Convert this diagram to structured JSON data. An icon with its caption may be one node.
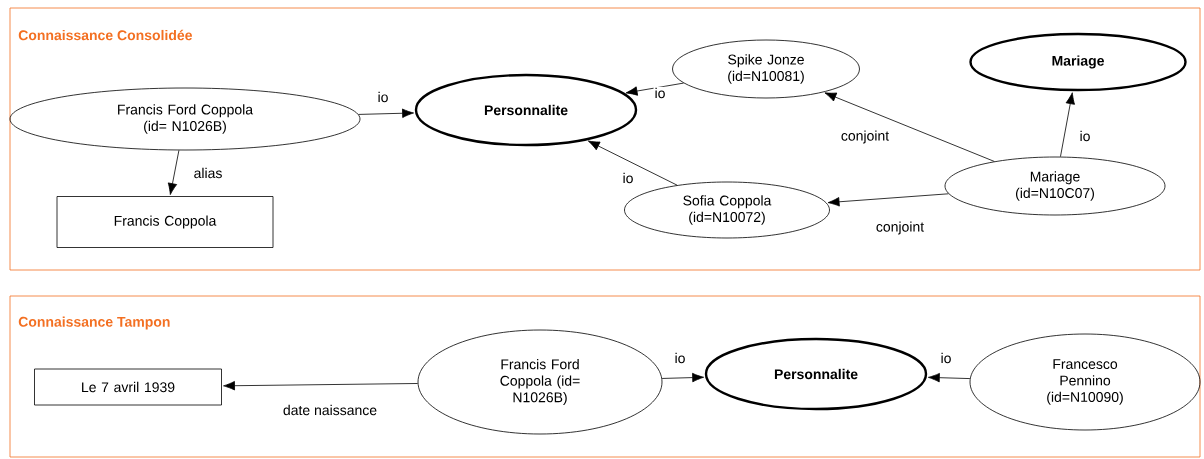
{
  "diagram": {
    "nodes": [
      {
        "text": [
          "Connaissance Consolidée"
        ]
      },
      {
        "text": [
          "Francis Ford Coppola (id= N1026B)"
        ],
        "in": 0
      },
      {
        "text": [
          "Personnalite"
        ],
        "in": 0
      },
      {
        "text": [
          "Spike Jonze (id=N10081)"
        ],
        "in": 0
      },
      {
        "text": [
          "Mariage"
        ],
        "in": 0
      },
      {
        "text": [
          "Francis Coppola"
        ],
        "in": 0
      },
      {
        "text": [
          "Sofia Coppola (id=N10072)"
        ],
        "in": 0
      },
      {
        "text": [
          "Mariage (id=N10C07)"
        ],
        "in": 0
      },
      {
        "text": [
          "Connaissance Tampon"
        ]
      },
      {
        "text": [
          "Le 7 avril 1939"
        ],
        "in": 8
      },
      {
        "text": [
          "Francis Ford Coppola (id= N1026B)"
        ],
        "in": 8
      },
      {
        "text": [
          "Personnalite"
        ],
        "in": 8
      },
      {
        "text": [
          "Francesco Pennino (id=N10090)"
        ],
        "in": 8
      }
    ],
    "edges": [
      {
        "from": 1,
        "to": 2,
        "arrow": "to",
        "label": "io"
      },
      {
        "from": 1,
        "to": 5,
        "arrow": "to",
        "label": "alias"
      },
      {
        "from": 3,
        "to": 2,
        "arrow": "to",
        "label": "io"
      },
      {
        "from": 6,
        "to": 2,
        "arrow": "to",
        "label": "io"
      },
      {
        "from": 7,
        "to": 3,
        "arrow": "to",
        "label": "conjoint"
      },
      {
        "from": 7,
        "to": 6,
        "arrow": "to",
        "label": "conjoint"
      },
      {
        "from": 7,
        "to": 4,
        "arrow": "to",
        "label": "io"
      },
      {
        "from": 10,
        "to": 9,
        "arrow": "to",
        "label": "date naissance"
      },
      {
        "from": 10,
        "to": 11,
        "arrow": "to",
        "label": "io"
      },
      {
        "from": 12,
        "to": 11,
        "arrow": "to",
        "label": "io"
      }
    ]
  }
}
